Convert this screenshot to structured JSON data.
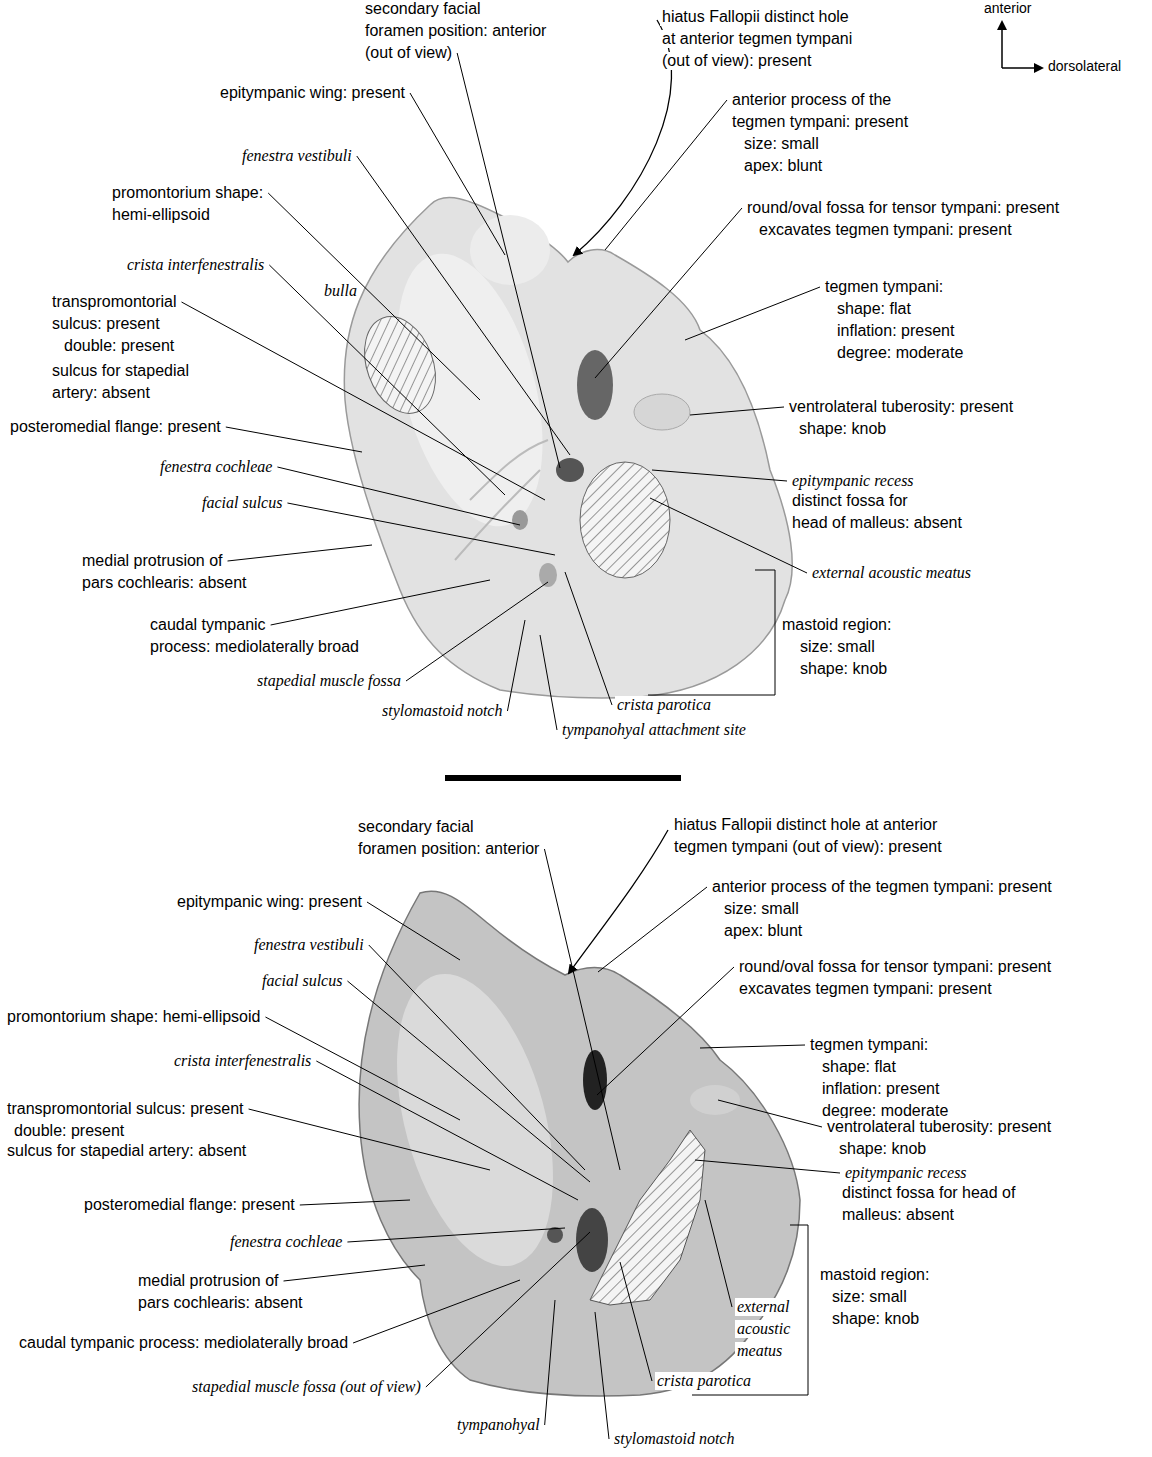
{
  "diagram": {
    "labels": [
      "secondary facial",
      "foramen position: anterior",
      "(out of view)",
      "hiatus Fallopii distinct hole",
      "at anterior tegmen tympani",
      "(out of view): present",
      "anterior",
      "dorsolateral",
      "epitympanic wing: present",
      "anterior process of the",
      "tegmen tympani: present",
      "size: small",
      "apex: blunt",
      "fenestra vestibuli",
      "promontorium shape:",
      "hemi-ellipsoid",
      "round/oval fossa for tensor tympani: present",
      "excavates tegmen tympani: present",
      "crista interfenestralis",
      "bulla",
      "tegmen tympani:",
      "shape: flat",
      "inflation: present",
      "degree: moderate",
      "transpromontorial",
      "sulcus: present",
      "double: present",
      "sulcus for stapedial",
      "artery: absent",
      "posteromedial flange: present",
      "ventrolateral tuberosity: present",
      "shape: knob",
      "fenestra cochleae",
      "epitympanic recess",
      "distinct fossa for",
      "head of malleus: absent",
      "facial sulcus",
      "medial protrusion of",
      "pars cochlearis: absent",
      "external acoustic meatus",
      "mastoid region:",
      "size: small",
      "shape: knob",
      "caudal tympanic",
      "process: mediolaterally broad",
      "stapedial muscle fossa",
      "crista parotica",
      "stylomastoid notch",
      "tympanohyal attachment site",
      "secondary facial",
      "foramen position: anterior",
      "hiatus Fallopii distinct hole at anterior",
      "tegmen tympani (out of view): present",
      "epitympanic wing: present",
      "anterior process of the tegmen tympani: present",
      "size: small",
      "apex: blunt",
      "fenestra vestibuli",
      "facial sulcus",
      "round/oval fossa for tensor tympani: present",
      "excavates tegmen tympani: present",
      "promontorium shape: hemi-ellipsoid",
      "tegmen tympani:",
      "shape: flat",
      "inflation: present",
      "degree: moderate",
      "crista interfenestralis",
      "transpromontorial sulcus: present",
      "double: present",
      "sulcus for stapedial artery: absent",
      "ventrolateral tuberosity: present",
      "shape: knob",
      "epitympanic recess",
      "distinct fossa for head of",
      "malleus: absent",
      "posteromedial flange: present",
      "fenestra cochleae",
      "medial protrusion of",
      "pars cochlearis: absent",
      "mastoid region:",
      "size: small",
      "shape: knob",
      "external",
      "acoustic",
      "meatus",
      "caudal tympanic process: mediolaterally broad",
      "stapedial muscle fossa (out of view)",
      "crista parotica",
      "tympanohyal",
      "stylomastoid notch"
    ]
  }
}
